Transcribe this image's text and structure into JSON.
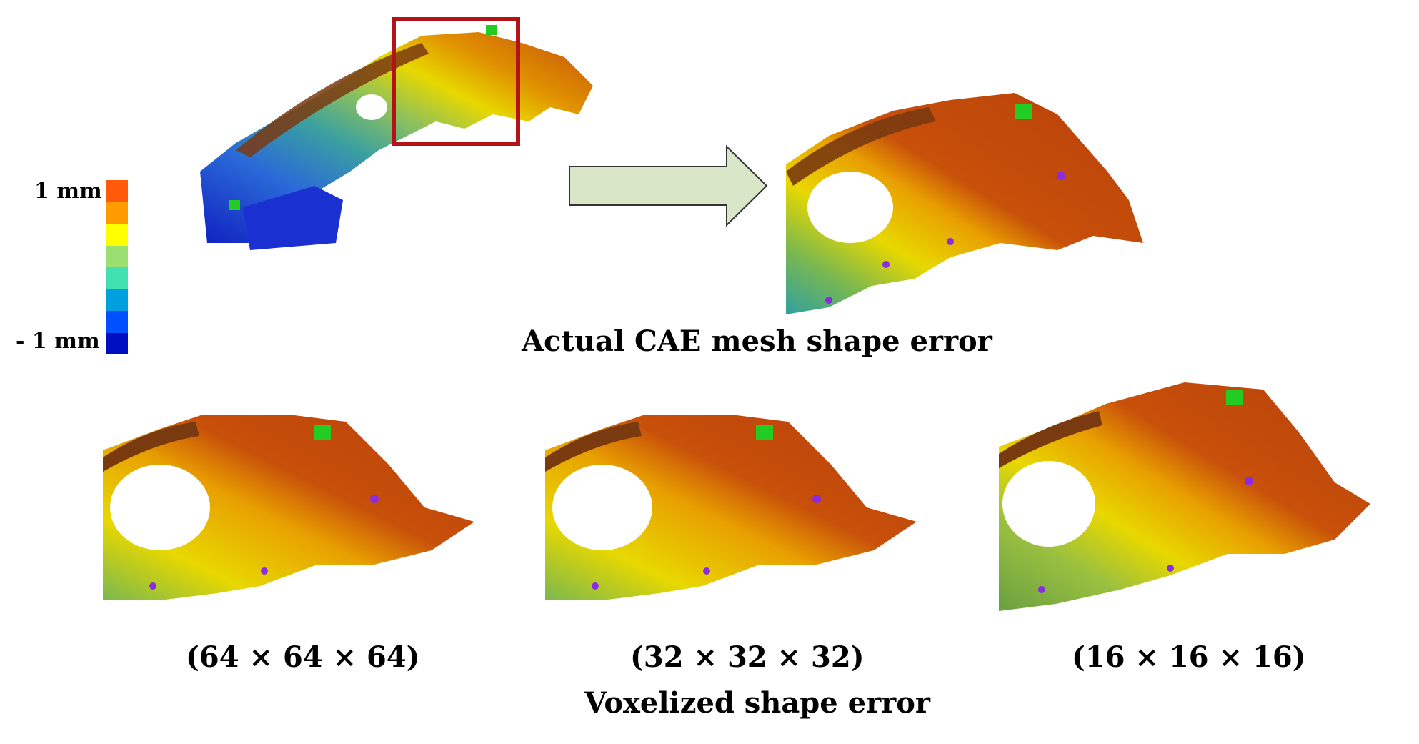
{
  "legend": {
    "max_label": "1 mm",
    "min_label": "- 1 mm",
    "colors": [
      "#ff5a0a",
      "#ff9a00",
      "#ffff00",
      "#9ae070",
      "#40e0b0",
      "#00a0e0",
      "#0050ff",
      "#0010c0"
    ]
  },
  "captions": {
    "actual": "Actual CAE mesh shape error",
    "res64": "(64 × 64 × 64)",
    "res32": "(32 × 32 × 32)",
    "res16": "(16 × 16 × 16)",
    "voxelized": "Voxelized shape error"
  },
  "colors": {
    "highlight_box": "#b31217",
    "arrow_fill": "#d9e6c7",
    "arrow_stroke": "#333333",
    "part_orange": "#c8500a",
    "part_yellow": "#e8d400",
    "part_green": "#7fb048",
    "part_blue": "#1a3ad0",
    "marker_purple": "#8a2be2"
  }
}
